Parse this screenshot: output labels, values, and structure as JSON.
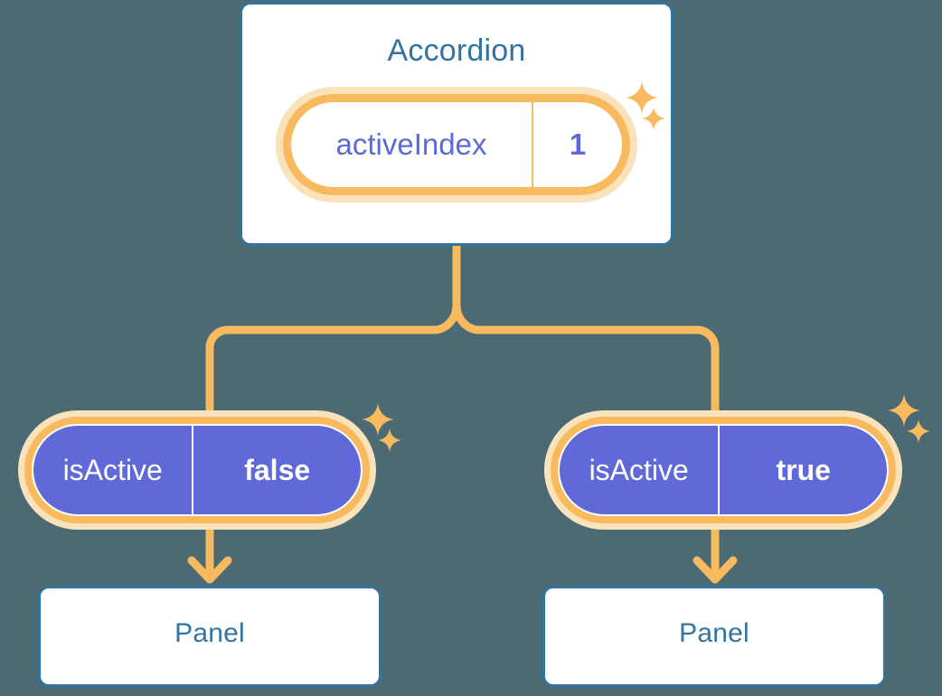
{
  "theme": {
    "background": "#4c6a73",
    "card_border": "#31749f",
    "card_fill": "#ffffff",
    "title_text": "#31749f",
    "ring_outer": "#fae2bb",
    "ring_inner": "#f8ba5e",
    "pill_fill": "#6069d8",
    "pill_text": "#ffffff",
    "root_pill_text": "#5a6ada",
    "connector": "#f8ba5e",
    "sparkle": "#f8ba5e"
  },
  "diagram": {
    "type": "component-tree",
    "root": {
      "title": "Accordion",
      "state": {
        "key": "activeIndex",
        "value": "1"
      }
    },
    "children": [
      {
        "state": {
          "key": "isActive",
          "value": "false"
        },
        "panel": {
          "title": "Panel"
        }
      },
      {
        "state": {
          "key": "isActive",
          "value": "true"
        },
        "panel": {
          "title": "Panel"
        }
      }
    ]
  },
  "icons": {
    "sparkle_large": "sparkle-large-icon",
    "sparkle_small": "sparkle-small-icon",
    "arrow_down": "arrow-down-icon",
    "branch": "branch-connector-icon"
  }
}
